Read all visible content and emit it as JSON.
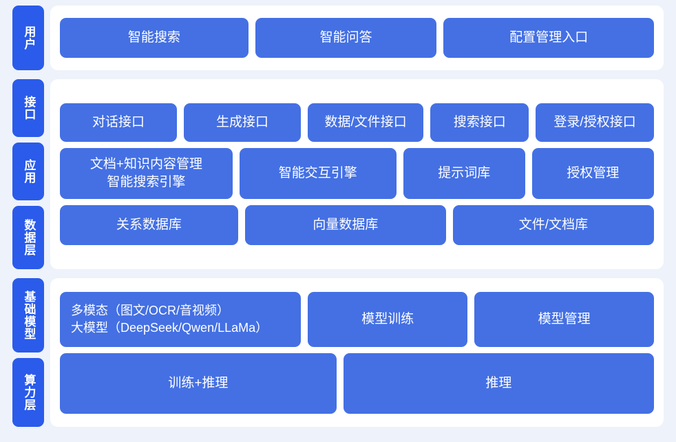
{
  "theme": {
    "page_background": "#eef2fa",
    "panel_background": "#ffffff",
    "tab_color": "#2a5bea",
    "cell_color": "#4470e4",
    "cell_text_color": "#ffffff"
  },
  "sections": [
    {
      "id": "user",
      "tabs": [
        {
          "label": "用户"
        }
      ],
      "rows": [
        {
          "id": "user-row",
          "cells": [
            {
              "label": "智能搜索",
              "flex": 277
            },
            {
              "label": "智能问答",
              "flex": 266
            },
            {
              "label": "配置管理入口",
              "flex": 311
            }
          ]
        }
      ]
    },
    {
      "id": "core",
      "tabs": [
        {
          "label": "接口"
        },
        {
          "label": "应用"
        },
        {
          "label": "数据层"
        }
      ],
      "rows": [
        {
          "id": "interface-row",
          "cells": [
            {
              "label": "对话接口",
              "flex": 170
            },
            {
              "label": "生成接口",
              "flex": 170
            },
            {
              "label": "数据/文件接口",
              "flex": 168
            },
            {
              "label": "搜索接口",
              "flex": 140
            },
            {
              "label": "登录/授权接口",
              "flex": 172
            }
          ]
        },
        {
          "id": "application-row",
          "cells": [
            {
              "label": "文档+知识内容管理\n智能搜索引擎",
              "flex": 255
            },
            {
              "label": "智能交互引擎",
              "flex": 230
            },
            {
              "label": "提示词库",
              "flex": 175
            },
            {
              "label": "授权管理",
              "flex": 175
            }
          ]
        },
        {
          "id": "data-row",
          "cells": [
            {
              "label": "关系数据库",
              "flex": 255
            },
            {
              "label": "向量数据库",
              "flex": 290
            },
            {
              "label": "文件/文档库",
              "flex": 290
            }
          ]
        }
      ]
    },
    {
      "id": "base",
      "tabs": [
        {
          "label": "基础模型"
        },
        {
          "label": "算力层"
        }
      ],
      "rows": [
        {
          "id": "foundation-row",
          "cells": [
            {
              "label": "多模态（图文/OCR/音视频）\n大模型（DeepSeek/Qwen/LLaMa）",
              "flex": 340,
              "align": "left"
            },
            {
              "label": "模型训练",
              "flex": 225
            },
            {
              "label": "模型管理",
              "flex": 255
            }
          ]
        },
        {
          "id": "compute-row",
          "cells": [
            {
              "label": "训练+推理",
              "flex": 390
            },
            {
              "label": "推理",
              "flex": 440
            }
          ]
        }
      ]
    }
  ]
}
